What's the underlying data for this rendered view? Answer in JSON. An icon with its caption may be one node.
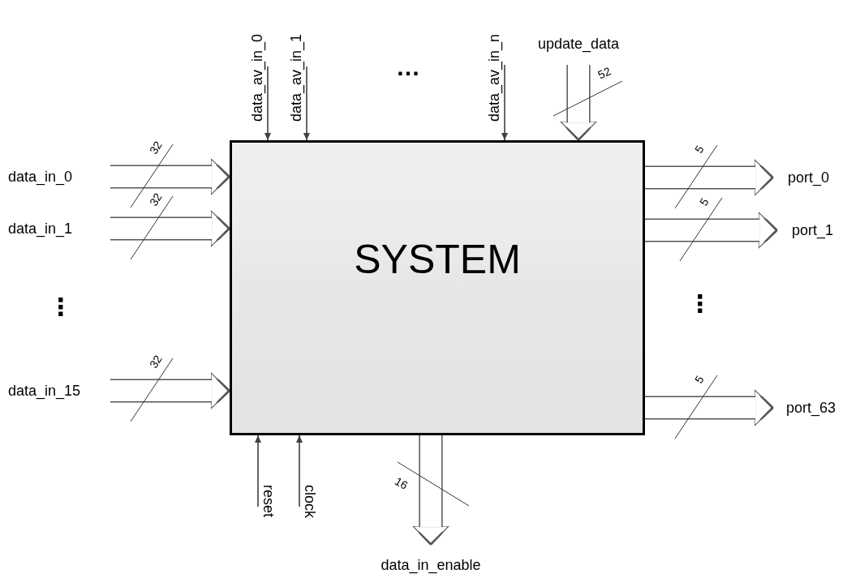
{
  "diagram": {
    "nodes": [
      {
        "text": [
          "SYSTEM"
        ]
      },
      {
        "text": [
          "data_in_0"
        ]
      },
      {
        "text": [
          "data_in_1"
        ]
      },
      {
        "text": [
          "data_in_15"
        ]
      },
      {
        "text": [
          "data_av_in_0"
        ]
      },
      {
        "text": [
          "data_av_in_1"
        ]
      },
      {
        "text": [
          "data_av_in_n"
        ]
      },
      {
        "text": [
          "update_data"
        ]
      },
      {
        "text": [
          "reset"
        ]
      },
      {
        "text": [
          "clock"
        ]
      },
      {
        "text": [
          "data_in_enable"
        ]
      },
      {
        "text": [
          "port_0"
        ]
      },
      {
        "text": [
          "port_1"
        ]
      },
      {
        "text": [
          "port_63"
        ]
      }
    ],
    "edges": [
      {
        "from": 1,
        "to": 0,
        "arrow": "to",
        "label": "32"
      },
      {
        "from": 2,
        "to": 0,
        "arrow": "to",
        "label": "32"
      },
      {
        "from": 3,
        "to": 0,
        "arrow": "to",
        "label": "32"
      },
      {
        "from": 4,
        "to": 0,
        "arrow": "to"
      },
      {
        "from": 5,
        "to": 0,
        "arrow": "to"
      },
      {
        "from": 6,
        "to": 0,
        "arrow": "to"
      },
      {
        "from": 7,
        "to": 0,
        "arrow": "to",
        "label": "52"
      },
      {
        "from": 8,
        "to": 0,
        "arrow": "to"
      },
      {
        "from": 9,
        "to": 0,
        "arrow": "to"
      },
      {
        "from": 0,
        "to": 10,
        "arrow": "to",
        "label": "16"
      },
      {
        "from": 0,
        "to": 11,
        "arrow": "to",
        "label": "5"
      },
      {
        "from": 0,
        "to": 12,
        "arrow": "to",
        "label": "5"
      },
      {
        "from": 0,
        "to": 13,
        "arrow": "to",
        "label": "5"
      }
    ],
    "labels": [
      "…",
      "⋮",
      "⋮"
    ]
  }
}
